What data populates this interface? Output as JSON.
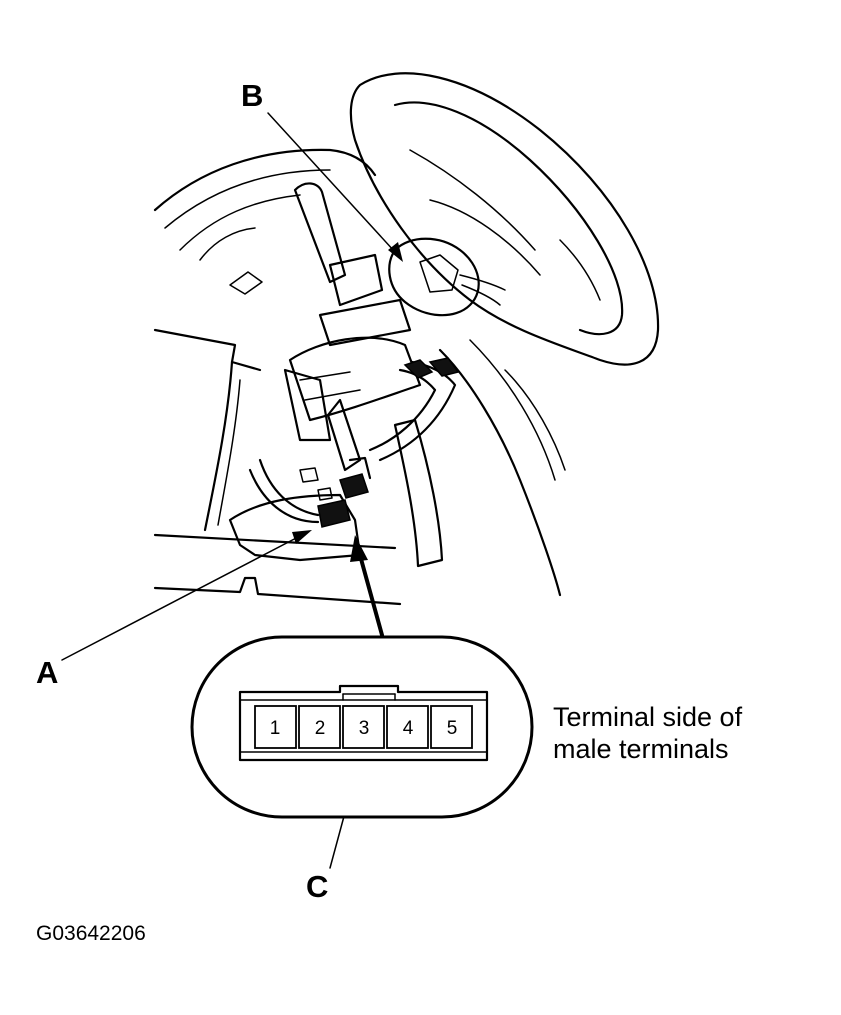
{
  "callouts": {
    "a": "A",
    "b": "B",
    "c": "C"
  },
  "connector": {
    "pins": [
      "1",
      "2",
      "3",
      "4",
      "5"
    ],
    "note_line1": "Terminal side of",
    "note_line2": "male terminals"
  },
  "figure_code": "G03642206"
}
